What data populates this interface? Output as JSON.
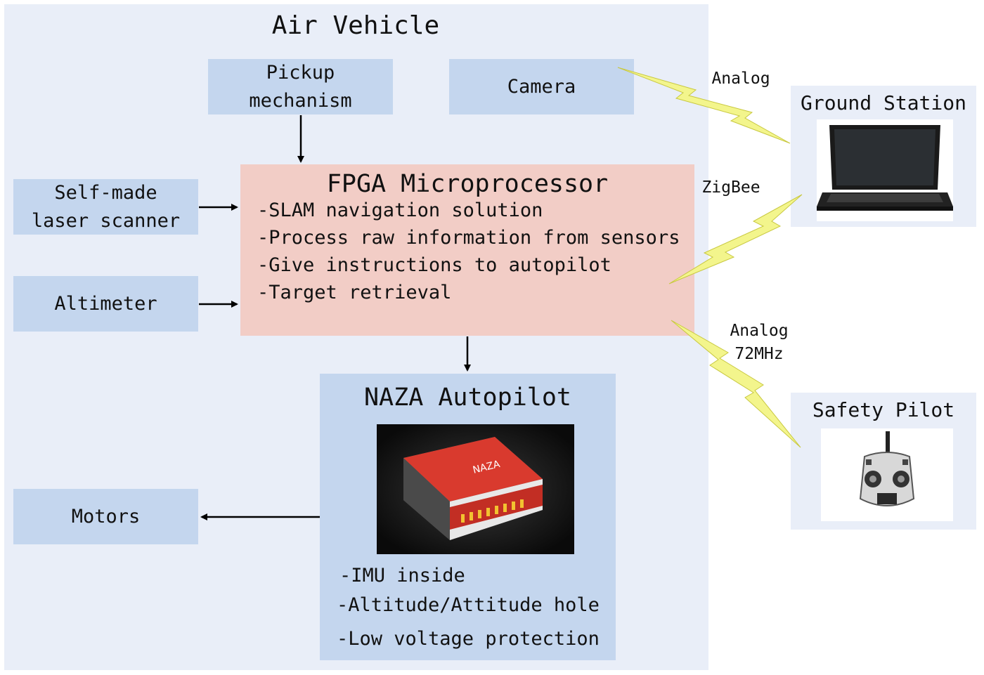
{
  "air_vehicle": {
    "title": "Air Vehicle"
  },
  "pickup": {
    "line1": "Pickup",
    "line2": "mechanism"
  },
  "camera": {
    "label": "Camera"
  },
  "scanner": {
    "line1": "Self-made",
    "line2": "laser scanner"
  },
  "altimeter": {
    "label": "Altimeter"
  },
  "motors": {
    "label": "Motors"
  },
  "fpga": {
    "title": "FPGA Microprocessor",
    "items": [
      "-SLAM navigation solution",
      "-Process raw information from sensors",
      "-Give instructions to autopilot",
      "-Target retrieval"
    ]
  },
  "naza": {
    "title": "NAZA Autopilot",
    "items": [
      "-IMU inside",
      "-Altitude/Attitude hole",
      "-Low voltage protection"
    ]
  },
  "ground_station": {
    "title": "Ground Station"
  },
  "safety_pilot": {
    "title": "Safety Pilot"
  },
  "links": {
    "camera_link": "Analog",
    "zigbee_link": "ZigBee",
    "rc_link_line1": "Analog",
    "rc_link_line2": "72MHz"
  },
  "colors": {
    "region": "#e9eef8",
    "box": "#c4d6ee",
    "fpga": "#f2cdc6",
    "bolt": "#f3f58c"
  },
  "icons": [
    "laptop-icon",
    "autopilot-module-icon",
    "rc-transmitter-icon"
  ]
}
